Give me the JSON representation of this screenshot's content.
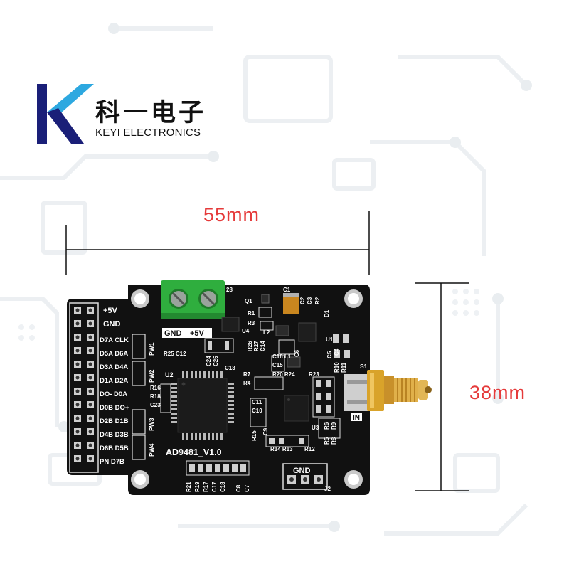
{
  "brand": {
    "name_cn": "科一电子",
    "name_en": "KEYI ELECTRONICS",
    "logo_color": "#1a1f78",
    "accent": "#2da8e0"
  },
  "dimensions": {
    "width_label": "55mm",
    "height_label": "38mm",
    "color": "#e53a3a"
  },
  "board": {
    "model": "AD9481_V1.0",
    "color": "#111111",
    "terminal_color": "#2fae3e",
    "header_labels_top": [
      "+5V",
      "GND"
    ],
    "pin_labels": [
      "D7A CLK",
      "D5A D6A",
      "D3A D4A",
      "D1A D2A",
      "DO- D0A",
      "D0B DO+",
      "D2B D1B",
      "D4B D3B",
      "D6B D5B",
      "PN D7B"
    ],
    "terminal_labels": [
      "GND",
      "+5V"
    ],
    "gnd_label": "GND",
    "connector_label": "S1",
    "input_label": "IN",
    "component_labels": {
      "pw": [
        "PW1",
        "PW2",
        "PW3",
        "PW4"
      ],
      "ics": [
        "U2",
        "U4",
        "U1",
        "U3",
        "Q1",
        "D1",
        "J2",
        "L1",
        "L2"
      ],
      "misc": [
        "R25 C12",
        "R16",
        "R18",
        "C23",
        "C24",
        "C25",
        "C13",
        "R1",
        "R3",
        "C1",
        "C2",
        "C3",
        "R2",
        "C14",
        "R26",
        "R27",
        "C16 L1",
        "C15",
        "R20 R24",
        "R23",
        "R7",
        "R4",
        "R10",
        "R11",
        "C5",
        "C4",
        "C6",
        "C11",
        "C10",
        "C9",
        "R15",
        "R14 R13",
        "R12",
        "R5",
        "R6",
        "R8",
        "R9",
        "R21",
        "R19",
        "R17",
        "C17",
        "C18",
        "C8",
        "C7",
        "28"
      ]
    }
  }
}
